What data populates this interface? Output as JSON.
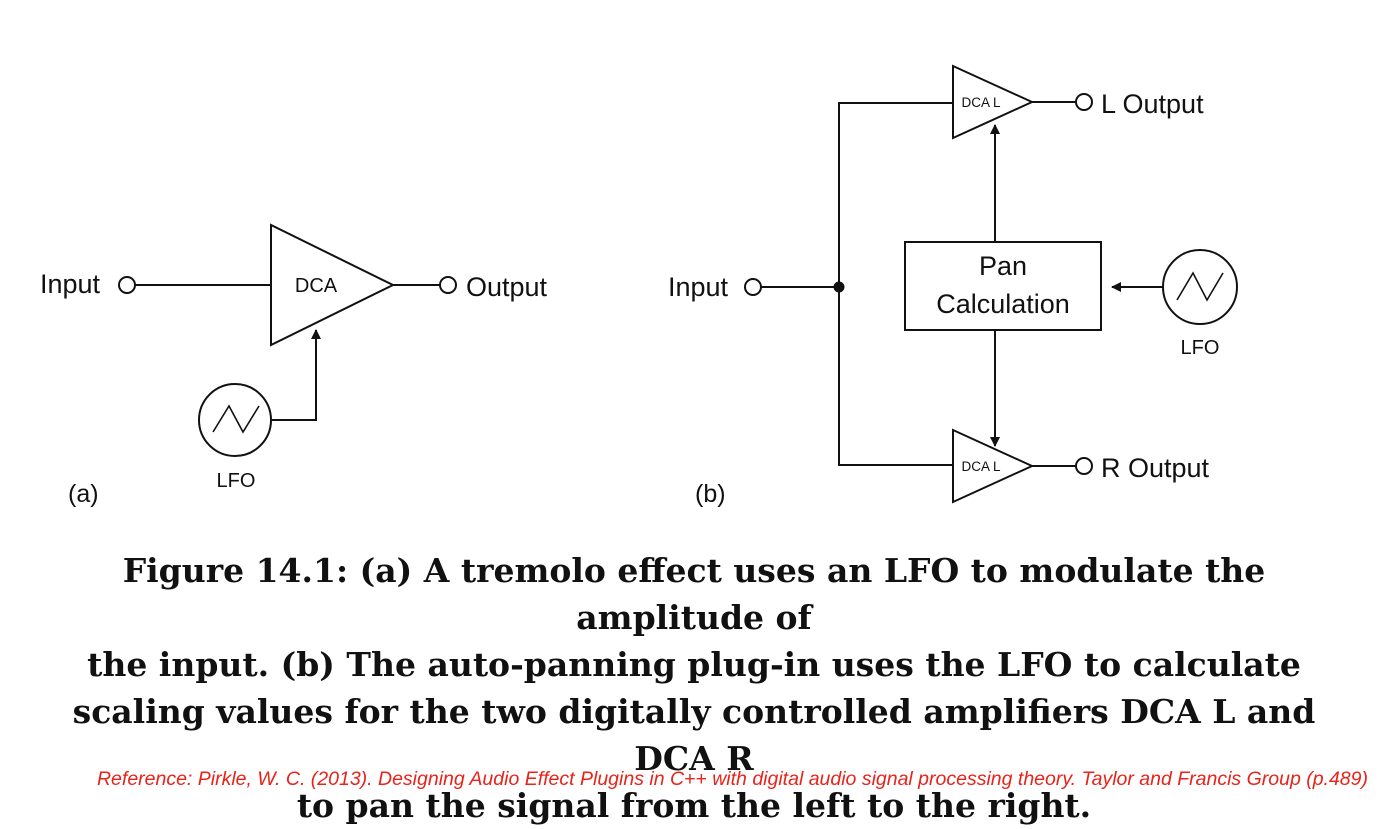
{
  "diagram_a": {
    "input_label": "Input",
    "dca_label": "DCA",
    "output_label": "Output",
    "lfo_label": "LFO",
    "panel_label": "(a)"
  },
  "diagram_b": {
    "input_label": "Input",
    "dca_top_label": "DCA L",
    "dca_bottom_label": "DCA L",
    "l_output_label": "L Output",
    "r_output_label": "R Output",
    "pan_line1": "Pan",
    "pan_line2": "Calculation",
    "lfo_label": "LFO",
    "panel_label": "(b)"
  },
  "caption": {
    "line1": "Figure 14.1: (a) A tremolo effect uses an LFO to modulate the amplitude of",
    "line2": "the input. (b) The auto-panning plug-in uses the LFO to calculate",
    "line3": "scaling values for the two digitally controlled amplifiers DCA L and DCA R",
    "line4": "to pan the signal from the left to the right."
  },
  "reference": "Reference: Pirkle, W. C. (2013). Designing Audio Effect Plugins in C++ with digital audio signal processing theory. Taylor and Francis Group (p.489)",
  "colors": {
    "reference": "#e8231a",
    "ink": "#111111"
  }
}
